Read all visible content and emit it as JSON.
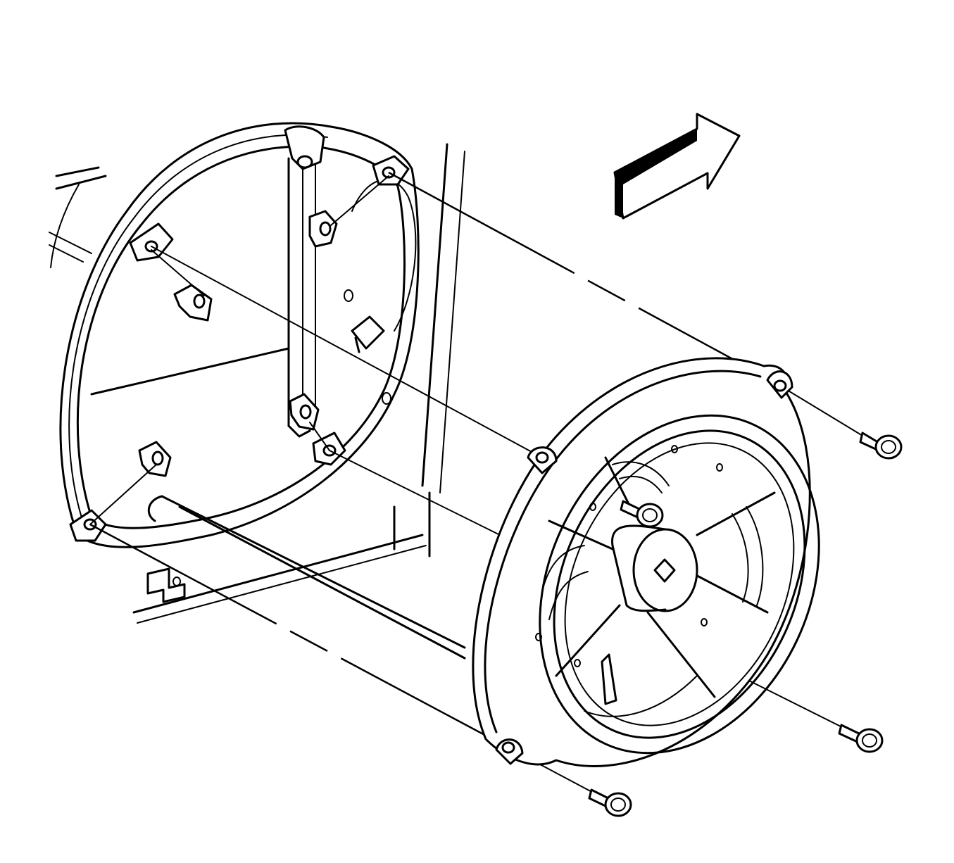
{
  "figure": {
    "colors": {
      "line": "#000000",
      "background": "#ffffff"
    },
    "parts": [
      "door-speaker-opening",
      "door-inner-panel",
      "speaker-nut-clip",
      "speaker-assembly",
      "speaker-mounting-bolt",
      "speaker-install-alignment-line",
      "view-direction-arrow"
    ]
  }
}
